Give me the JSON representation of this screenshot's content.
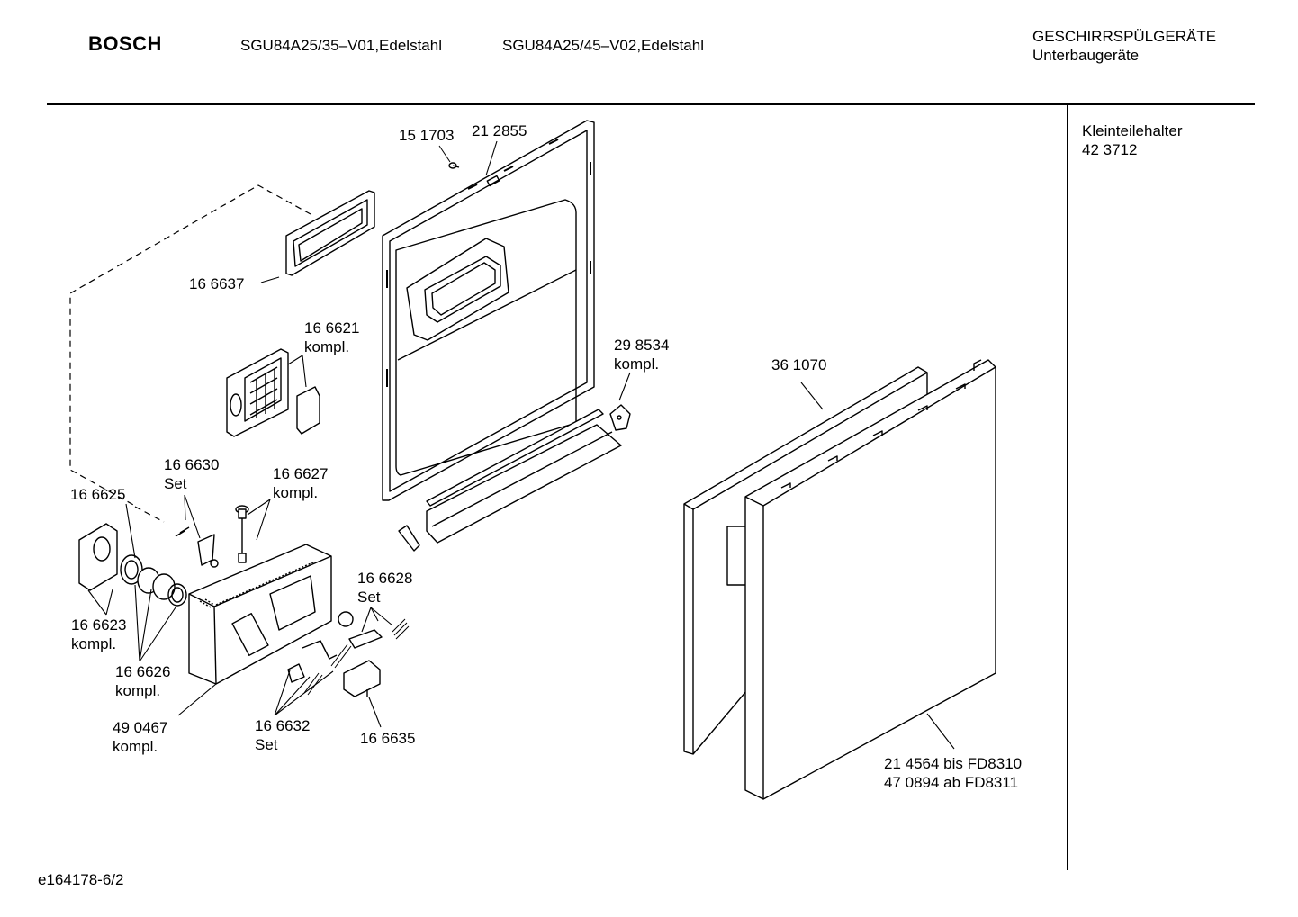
{
  "header": {
    "brand": "BOSCH",
    "model_1": "SGU84A25/35–V01,Edelstahl",
    "model_2": "SGU84A25/45–V02,Edelstahl",
    "category": "GESCHIRRSPÜLGERÄTE",
    "subcategory": "Unterbaugeräte"
  },
  "sidebar": {
    "title": "Kleinteilehalter",
    "part": "42 3712"
  },
  "footer": {
    "drawing_id": "e164178-6/2"
  },
  "parts": [
    {
      "id": "p151703",
      "lines": [
        "15 1703"
      ]
    },
    {
      "id": "p212855",
      "lines": [
        "21 2855"
      ]
    },
    {
      "id": "p166637",
      "lines": [
        "16 6637"
      ]
    },
    {
      "id": "p166621",
      "lines": [
        "16 6621",
        "kompl."
      ]
    },
    {
      "id": "p298534",
      "lines": [
        "29 8534",
        "kompl."
      ]
    },
    {
      "id": "p361070",
      "lines": [
        "36 1070"
      ]
    },
    {
      "id": "p166630",
      "lines": [
        "16 6630",
        "Set"
      ]
    },
    {
      "id": "p166627",
      "lines": [
        "16 6627",
        "kompl."
      ]
    },
    {
      "id": "p166625",
      "lines": [
        "16 6625"
      ]
    },
    {
      "id": "p166628",
      "lines": [
        "16 6628",
        "Set"
      ]
    },
    {
      "id": "p166623",
      "lines": [
        "16 6623",
        "kompl."
      ]
    },
    {
      "id": "p166626",
      "lines": [
        "16 6626",
        "kompl."
      ]
    },
    {
      "id": "p490467",
      "lines": [
        "49 0467",
        "kompl."
      ]
    },
    {
      "id": "p166632",
      "lines": [
        "16 6632",
        "Set"
      ]
    },
    {
      "id": "p166635",
      "lines": [
        "16 6635"
      ]
    },
    {
      "id": "p214564",
      "lines": [
        "21 4564 bis FD8310",
        "47 0894  ab FD8311"
      ]
    }
  ]
}
